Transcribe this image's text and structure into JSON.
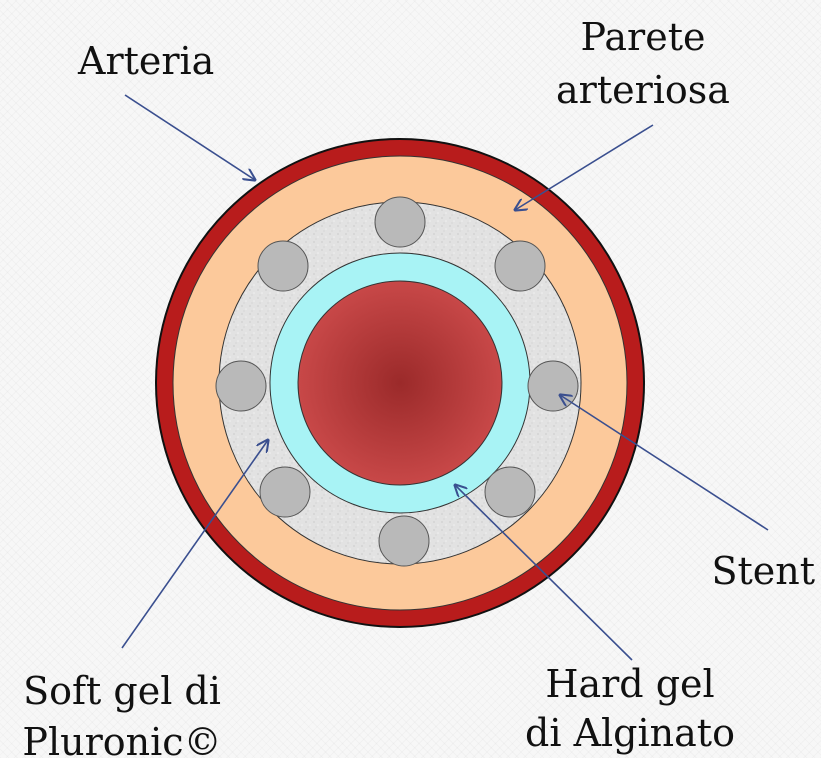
{
  "labels": {
    "arteria": "Arteria",
    "parete_line1": "Parete",
    "parete_line2": "arteriosa",
    "stent": "Stent",
    "hard_gel_line1": "Hard gel",
    "hard_gel_line2": "di Alginato",
    "soft_gel_line1": "Soft gel di",
    "soft_gel_line2": "Pluronic©"
  },
  "colors": {
    "arterial_ring": "#b81c1c",
    "arterial_wall": "#fcc99b",
    "soft_gel": "#e3e3e3",
    "hard_gel": "#a8f3f5",
    "lumen": "#b23a3a",
    "stent_strut": "#b9b9b9",
    "arrow": "#3a4f8f"
  }
}
